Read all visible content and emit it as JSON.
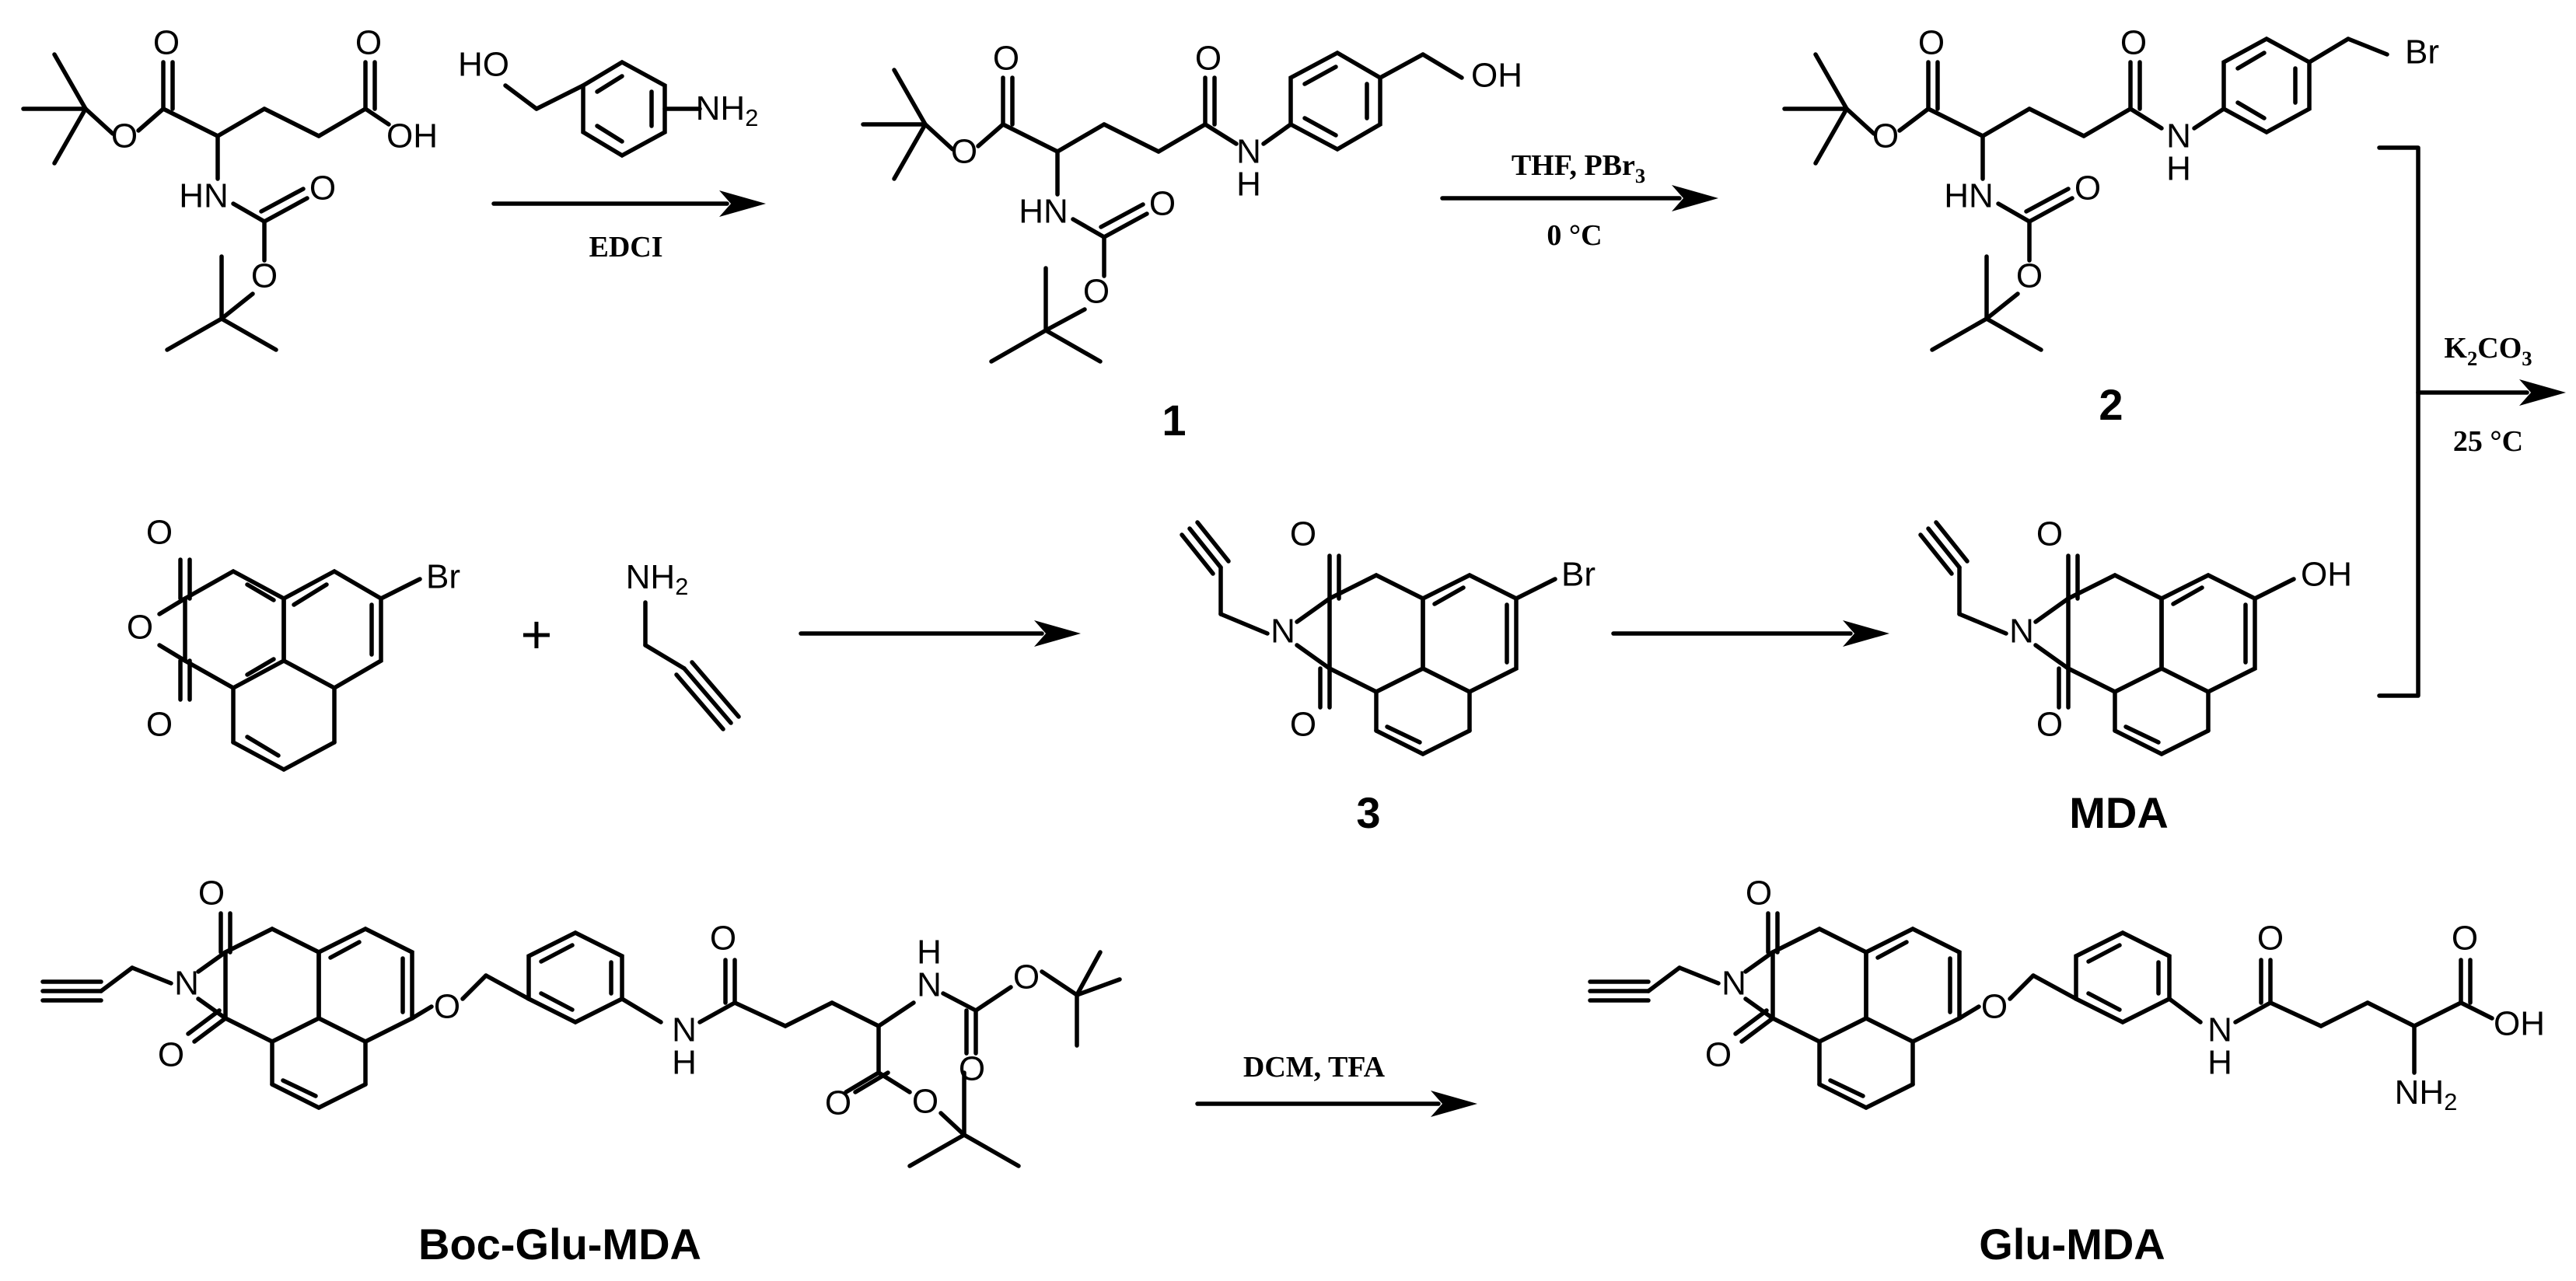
{
  "compounds": {
    "c1": "1",
    "c2": "2",
    "c3": "3",
    "mda": "MDA",
    "boc_glu_mda": "Boc-Glu-MDA",
    "glu_mda": "Glu-MDA"
  },
  "conditions": {
    "edci": "EDCI",
    "thf_pbr3": "THF, PBr",
    "thf_pbr3_sub": "3",
    "zero_c": "0 °C",
    "k2co3_k": "K",
    "k2co3_sub1": "2",
    "k2co3_co": "CO",
    "k2co3_sub2": "3",
    "temp_25": "25 °C",
    "dcm_tfa": "DCM, TFA"
  },
  "atoms": {
    "O": "O",
    "OH": "OH",
    "HO": "HO",
    "HN": "HN",
    "NH": "NH",
    "N": "N",
    "H": "H",
    "Br": "Br",
    "two": "2"
  },
  "symbols": {
    "plus": "+"
  },
  "colors": {
    "ink": "#000000",
    "background": "#ffffff"
  }
}
